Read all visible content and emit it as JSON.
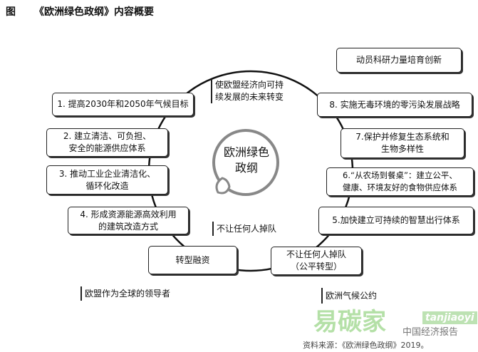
{
  "title": {
    "prefix": "图",
    "text": "《欧洲绿色政纲》内容概要"
  },
  "center": {
    "line1": "欧洲绿色",
    "line2": "政纲"
  },
  "boxes": [
    {
      "l1": "动员科研力量培育创新"
    },
    {
      "l1": "1. 提高2030年和2050年气候目标"
    },
    {
      "l1": "2. 建立清洁、可负担、",
      "l2": "安全的能源供应体系"
    },
    {
      "l1": "3. 推动工业企业清洁化、",
      "l2": "循环化改造"
    },
    {
      "l1": "4. 形成资源能源高效利用",
      "l2": "的建筑改造方式"
    },
    {
      "l1": "5.加快建立可持续的智慧出行体系"
    },
    {
      "l1": "6.“从农场到餐桌”：建立公平、",
      "l2": "健康、环境友好的食物供应体系"
    },
    {
      "l1": "7.保护并修复生态系统和",
      "l2": "生物多样性"
    },
    {
      "l1": "8. 实施无毒环境的零污染发展战略"
    },
    {
      "l1": "转型融资"
    },
    {
      "l1": "不让任何人掉队",
      "l2": "（公平转型）"
    }
  ],
  "labels": {
    "future1": "使欧盟经济向可持",
    "future2": "续发展的未来转变",
    "leave": "不让任何人掉队",
    "leader": "欧盟作为全球的领导者",
    "pact": "欧洲气候公约"
  },
  "source": "资料来源：《欧洲绿色政纲》2019。",
  "watermark": {
    "brand": "易碳家",
    "site": "tanjiaoyi",
    "pub": "中国经济报告"
  }
}
